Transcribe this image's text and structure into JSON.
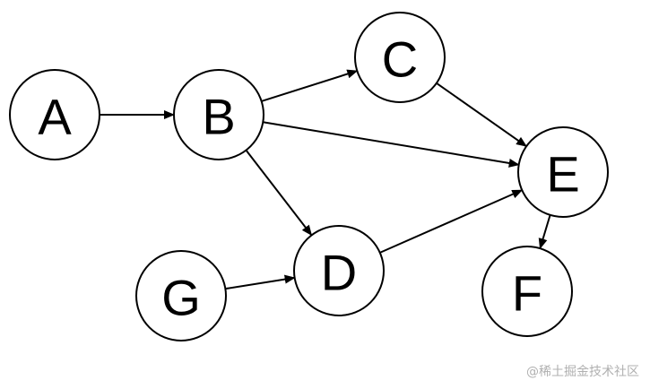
{
  "diagram": {
    "nodes": [
      {
        "id": "A",
        "label": "A"
      },
      {
        "id": "B",
        "label": "B"
      },
      {
        "id": "C",
        "label": "C"
      },
      {
        "id": "D",
        "label": "D"
      },
      {
        "id": "E",
        "label": "E"
      },
      {
        "id": "F",
        "label": "F"
      },
      {
        "id": "G",
        "label": "G"
      }
    ],
    "edges": [
      {
        "from": "A",
        "to": "B"
      },
      {
        "from": "B",
        "to": "C"
      },
      {
        "from": "B",
        "to": "E"
      },
      {
        "from": "B",
        "to": "D"
      },
      {
        "from": "C",
        "to": "E"
      },
      {
        "from": "D",
        "to": "E"
      },
      {
        "from": "G",
        "to": "D"
      },
      {
        "from": "E",
        "to": "F"
      }
    ]
  },
  "watermark": "@稀土掘金技术社区"
}
